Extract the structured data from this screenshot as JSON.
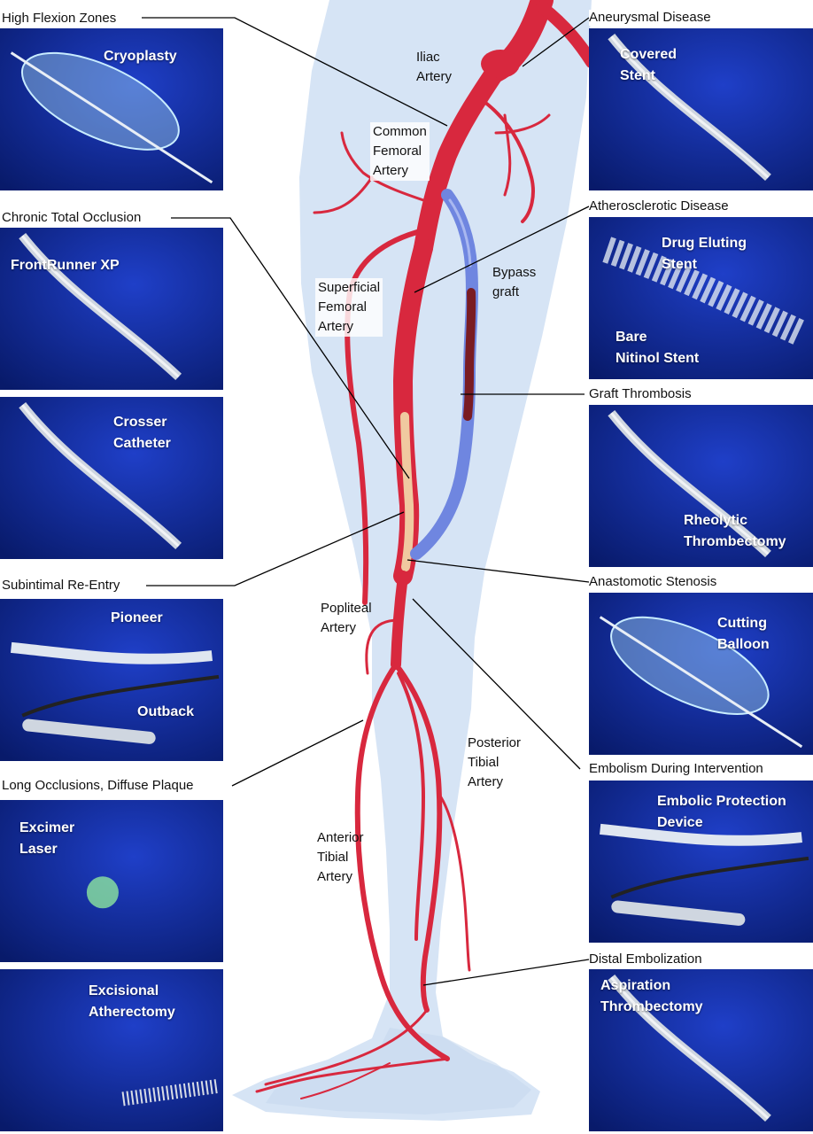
{
  "left_sections": [
    {
      "heading": "High Flexion Zones",
      "devices": [
        [
          "Cryoplasty"
        ]
      ]
    },
    {
      "heading": "Chronic Total Occlusion",
      "devices": [
        [
          "FrontRunner XP"
        ],
        [
          "Crosser",
          "Catheter"
        ]
      ]
    },
    {
      "heading": "Subintimal Re-Entry",
      "devices": [
        [
          "Pioneer"
        ],
        [
          "Outback"
        ]
      ]
    },
    {
      "heading": "Long Occlusions, Diffuse Plaque",
      "devices": [
        [
          "Excimer",
          "Laser"
        ],
        [
          "Excisional",
          "Atherectomy"
        ]
      ]
    }
  ],
  "right_sections": [
    {
      "heading": "Aneurysmal Disease",
      "devices": [
        [
          "Covered",
          "Stent"
        ]
      ]
    },
    {
      "heading": "Atherosclerotic Disease",
      "devices": [
        [
          "Drug Eluting",
          "Stent"
        ],
        [
          "Bare",
          "Nitinol Stent"
        ]
      ]
    },
    {
      "heading": "Graft Thrombosis",
      "devices": [
        [
          "Rheolytic",
          "Thrombectomy"
        ]
      ]
    },
    {
      "heading": "Anastomotic Stenosis",
      "devices": [
        [
          "Cutting",
          "Balloon"
        ]
      ]
    },
    {
      "heading": "Embolism During Intervention",
      "devices": [
        [
          "Embolic Protection",
          "Device"
        ]
      ]
    },
    {
      "heading": "Distal Embolization",
      "devices": [
        [
          "Aspiration",
          "Thrombectomy"
        ]
      ]
    }
  ],
  "anatomy_labels": [
    [
      "Iliac",
      "Artery"
    ],
    [
      "Common",
      "Femoral",
      "Artery"
    ],
    [
      "Bypass",
      "graft"
    ],
    [
      "Superficial",
      "Femoral",
      "Artery"
    ],
    [
      "Popliteal",
      "Artery"
    ],
    [
      "Posterior",
      "Tibial",
      "Artery"
    ],
    [
      "Anterior",
      "Tibial",
      "Artery"
    ]
  ],
  "colors": {
    "panel_blue": "#1f3fc8",
    "panel_blue_dark": "#081a6a",
    "artery_red": "#d8283e",
    "vessel_wall": "#b8433a",
    "graft_blue": "#6f86e0",
    "leg_silhouette": "#d6e4f5"
  }
}
